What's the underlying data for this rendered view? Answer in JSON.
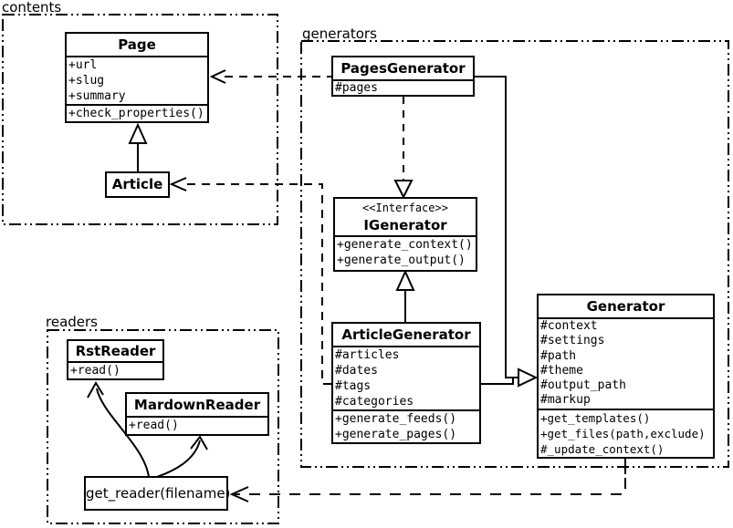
{
  "packages": {
    "contents": {
      "label": "contents"
    },
    "generators": {
      "label": "generators"
    },
    "readers": {
      "label": "readers"
    }
  },
  "classes": {
    "page": {
      "name": "Page",
      "attributes": [
        "+url",
        "+slug",
        "+summary"
      ],
      "methods": [
        "+check_properties()"
      ]
    },
    "article": {
      "name": "Article"
    },
    "pages_generator": {
      "name": "PagesGenerator",
      "attributes": [
        "#pages"
      ]
    },
    "igenerator": {
      "stereotype": "<<Interface>>",
      "name": "IGenerator",
      "methods": [
        "+generate_context()",
        "+generate_output()"
      ]
    },
    "article_generator": {
      "name": "ArticleGenerator",
      "attributes": [
        "#articles",
        "#dates",
        "#tags",
        "#categories"
      ],
      "methods": [
        "+generate_feeds()",
        "+generate_pages()"
      ]
    },
    "generator": {
      "name": "Generator",
      "attributes": [
        "#context",
        "#settings",
        "#path",
        "#theme",
        "#output_path",
        "#markup"
      ],
      "methods": [
        "+get_templates()",
        "+get_files(path,exclude)",
        "#_update_context()"
      ]
    },
    "rst_reader": {
      "name": "RstReader",
      "methods": [
        "+read()"
      ]
    },
    "mardown_reader": {
      "name": "MardownReader",
      "methods": [
        "+read()"
      ]
    },
    "get_reader": {
      "label": "get_reader(filename)"
    }
  },
  "colors": {
    "line": "#000000",
    "background": "#ffffff"
  }
}
